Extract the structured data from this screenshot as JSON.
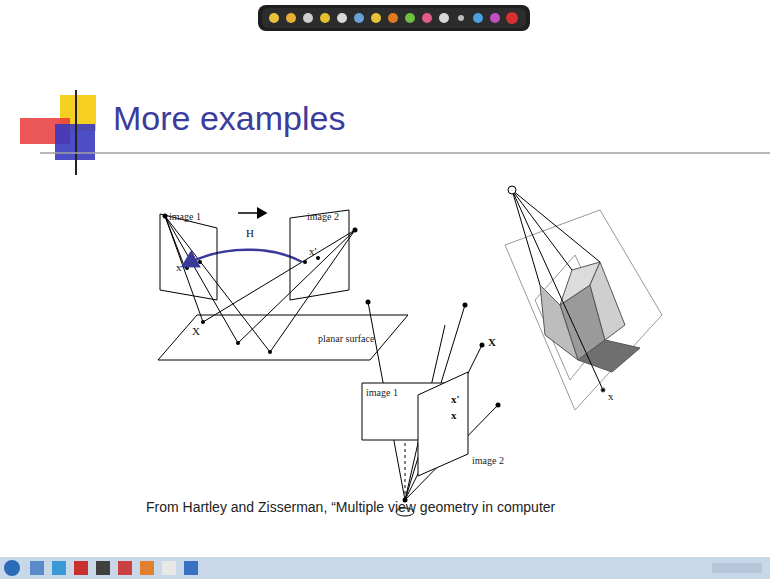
{
  "diagram": {
    "title": "More examples",
    "caption": "From Hartley and Zisserman, “Multiple view geometry in computer",
    "nodes": [
      {
        "text": [
          "image 1"
        ]
      },
      {
        "text": [
          "image 2"
        ]
      },
      {
        "text": [
          "planar surface"
        ]
      },
      {
        "text": [
          "image 1"
        ]
      },
      {
        "text": [
          "image 2"
        ]
      }
    ],
    "labels": [
      "X",
      "x",
      "x'",
      "H",
      "X",
      "x'",
      "x",
      "x"
    ]
  }
}
